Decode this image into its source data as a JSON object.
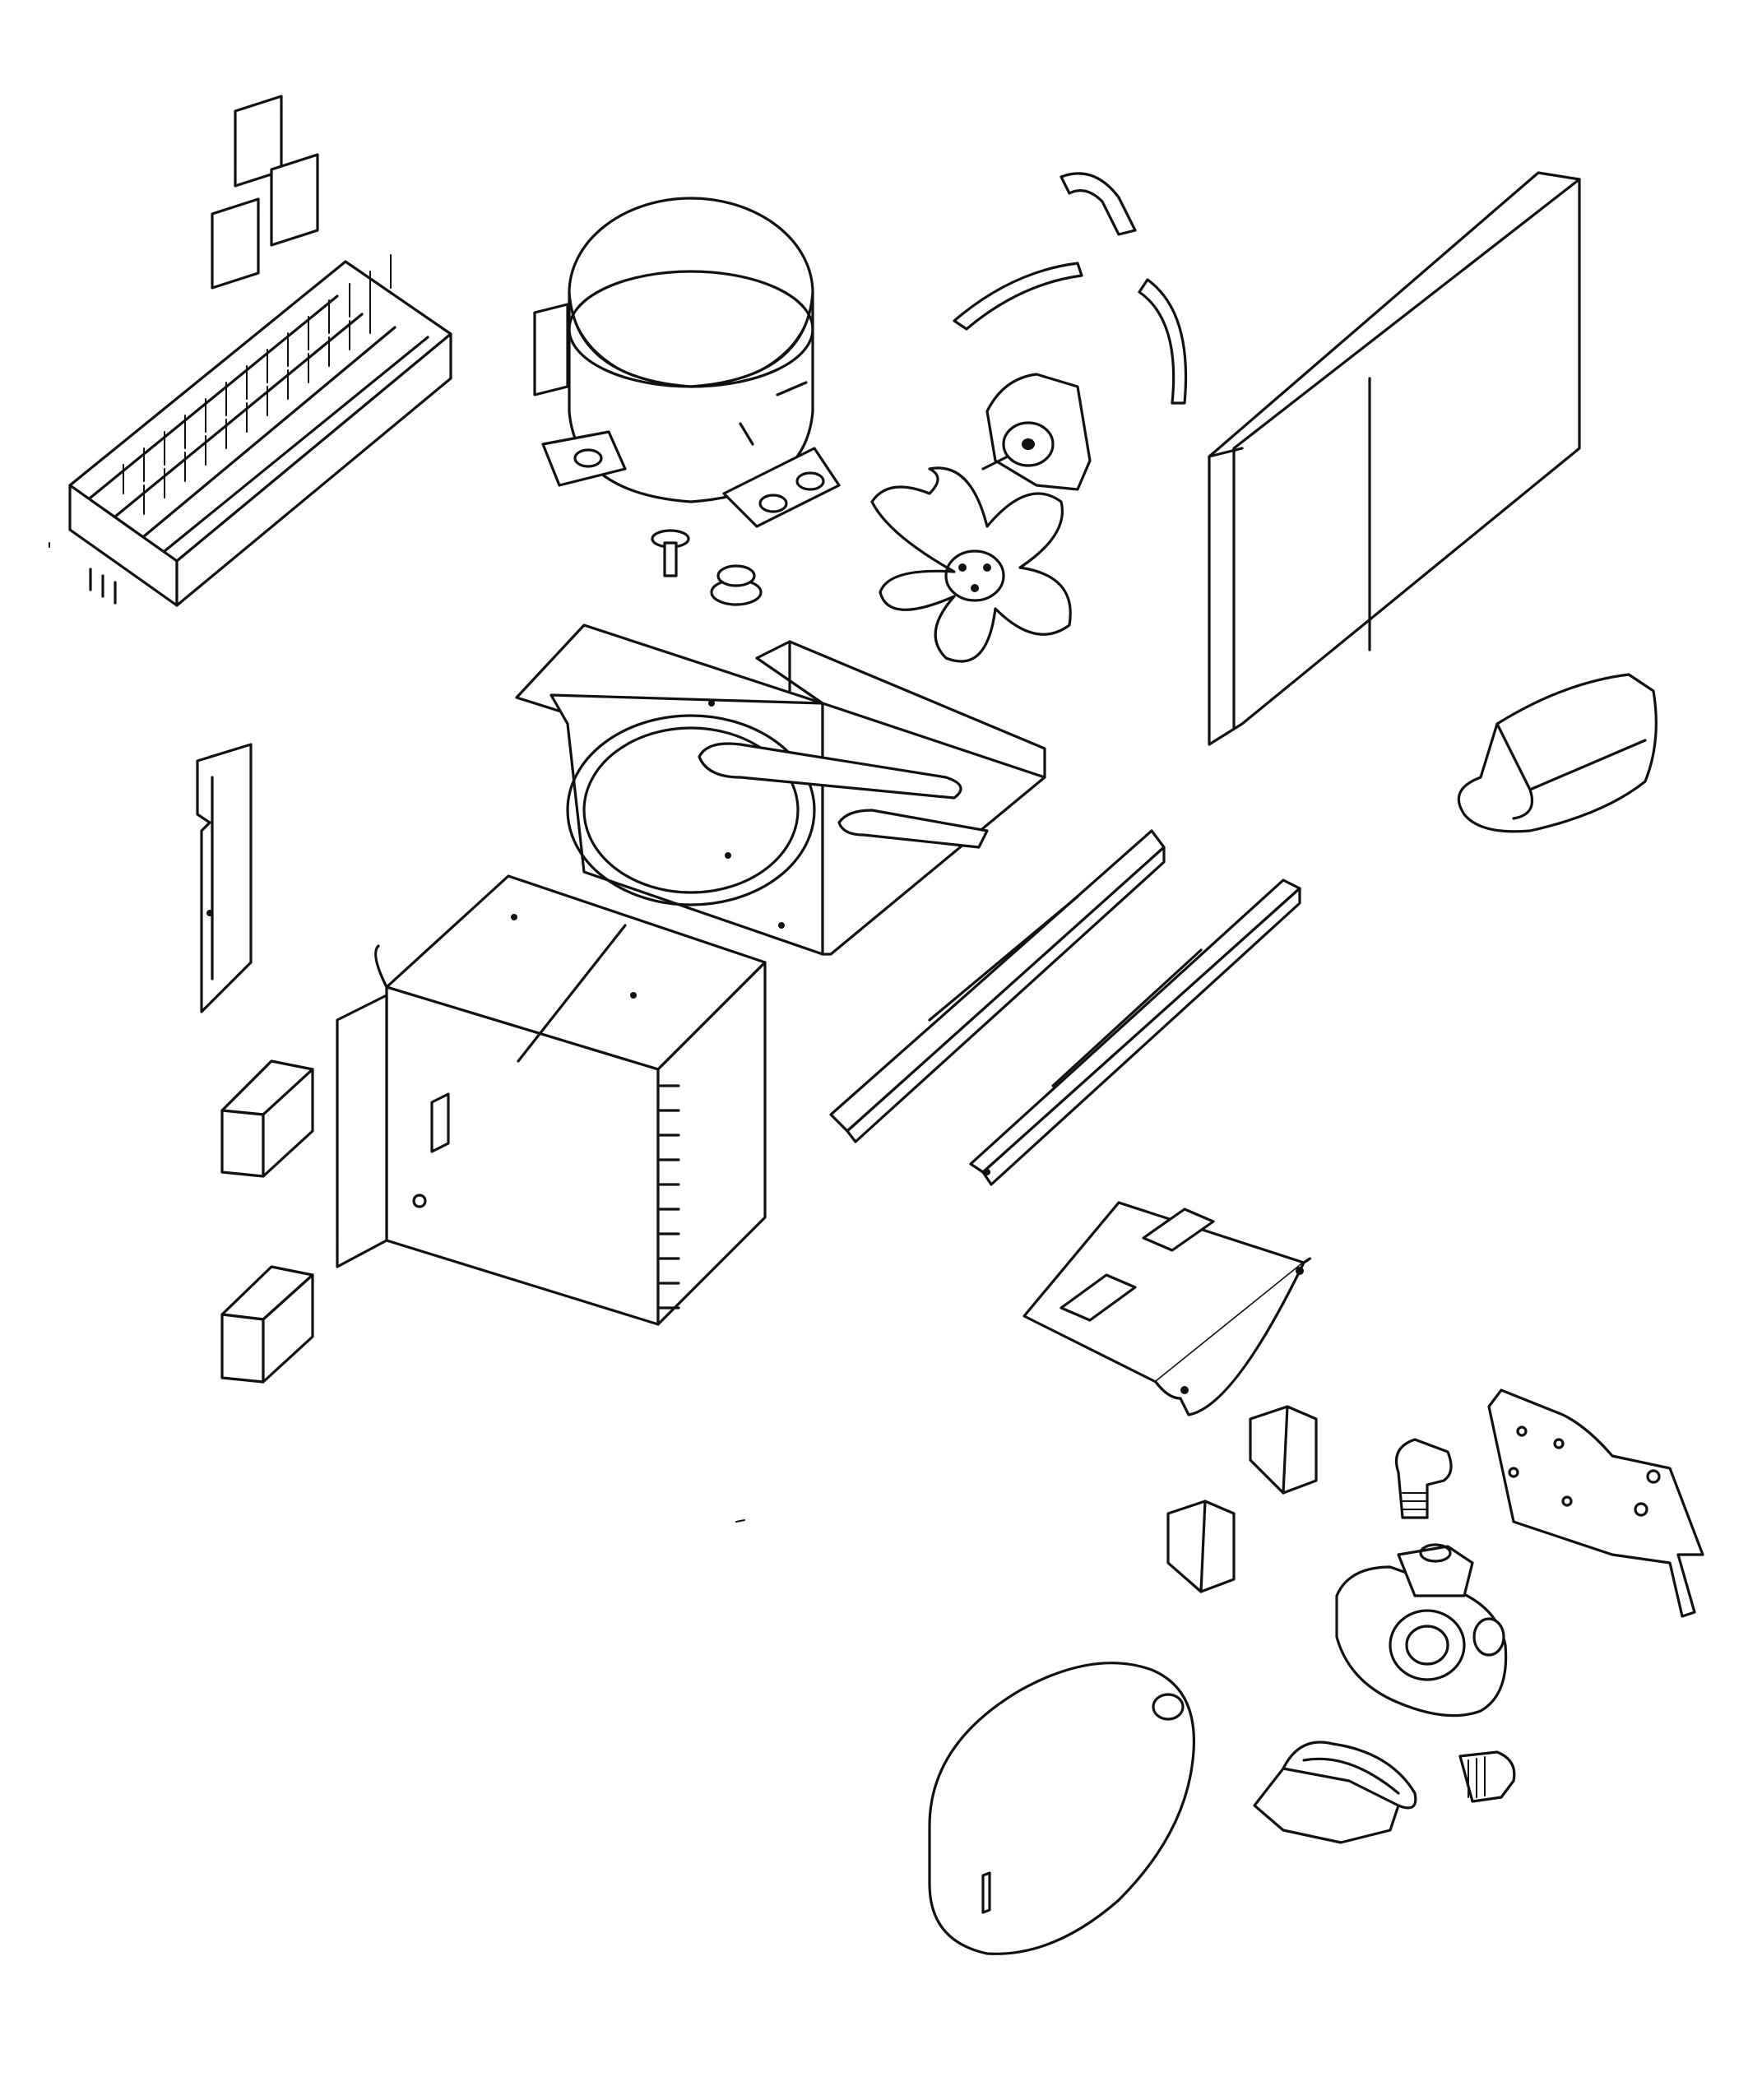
{
  "diagram": {
    "type": "exploded-parts-view",
    "line_color": "#111111",
    "background": "#ffffff",
    "parts": [
      {
        "id": "gasket-squares",
        "icon": "square-pads"
      },
      {
        "id": "terminal-block",
        "icon": "terminal-strip"
      },
      {
        "id": "compressor",
        "icon": "compressor"
      },
      {
        "id": "mounting-bolt",
        "icon": "bolt"
      },
      {
        "id": "grommet",
        "icon": "grommet"
      },
      {
        "id": "wire-clips",
        "icon": "clip"
      },
      {
        "id": "fan-motor",
        "icon": "motor"
      },
      {
        "id": "fan-blade",
        "icon": "fan"
      },
      {
        "id": "side-panel",
        "icon": "panel"
      },
      {
        "id": "drip-cover",
        "icon": "cover"
      },
      {
        "id": "fan-shroud-frame",
        "icon": "frame"
      },
      {
        "id": "side-bracket-left",
        "icon": "bracket"
      },
      {
        "id": "evaporator-box",
        "icon": "box"
      },
      {
        "id": "insulation-blocks",
        "icon": "block"
      },
      {
        "id": "rail-brackets",
        "icon": "rail"
      },
      {
        "id": "control-plate",
        "icon": "plate"
      },
      {
        "id": "relays",
        "icon": "relay"
      },
      {
        "id": "elbow-fittings",
        "icon": "elbow"
      },
      {
        "id": "mounting-plate",
        "icon": "plate"
      },
      {
        "id": "water-pump",
        "icon": "pump"
      },
      {
        "id": "pump-cover",
        "icon": "cover"
      },
      {
        "id": "pressure-tank",
        "icon": "tank"
      }
    ]
  }
}
